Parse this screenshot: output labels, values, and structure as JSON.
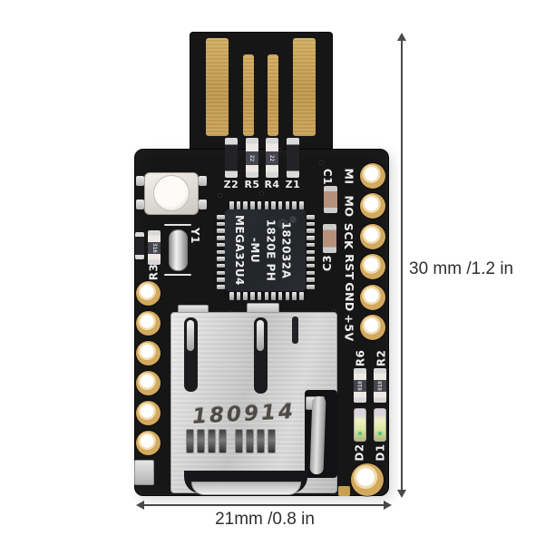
{
  "annotations": {
    "height_label": "30 mm /1.2 in",
    "width_label": "21mm /0.8 in"
  },
  "board": {
    "chip_marking": [
      "MEGA32U4",
      "-MU",
      "1820E  PH",
      "182032A"
    ],
    "sd_socket_date_code": "180914",
    "header_pin_labels": [
      "MI",
      "MO",
      "SCK",
      "RST",
      "GND",
      "+5V"
    ],
    "top_components": [
      {
        "label": "Z2",
        "type": "zener",
        "value": ""
      },
      {
        "label": "R5",
        "type": "resistor",
        "value": "22"
      },
      {
        "label": "R4",
        "type": "resistor",
        "value": "22"
      },
      {
        "label": "Z1",
        "type": "zener",
        "value": ""
      }
    ],
    "refs": {
      "c1": "C1",
      "c3": "C3",
      "y1": "Y1",
      "r3": "R3",
      "r3_value": "316",
      "r6": "R6",
      "r6_value": "010",
      "r2": "R2",
      "r2_value": "010",
      "d2": "D2",
      "d1": "D1"
    },
    "left_hole_count": 6,
    "usb_finger_count": 4,
    "chip_pins_per_side": 11
  },
  "colors": {
    "background": "#ffffff",
    "pcb": "#161616",
    "gold": "#c8a050",
    "silkscreen": "#efefef",
    "dimension_line": "#4a4a4a",
    "dimension_text": "#2f2f2f"
  }
}
